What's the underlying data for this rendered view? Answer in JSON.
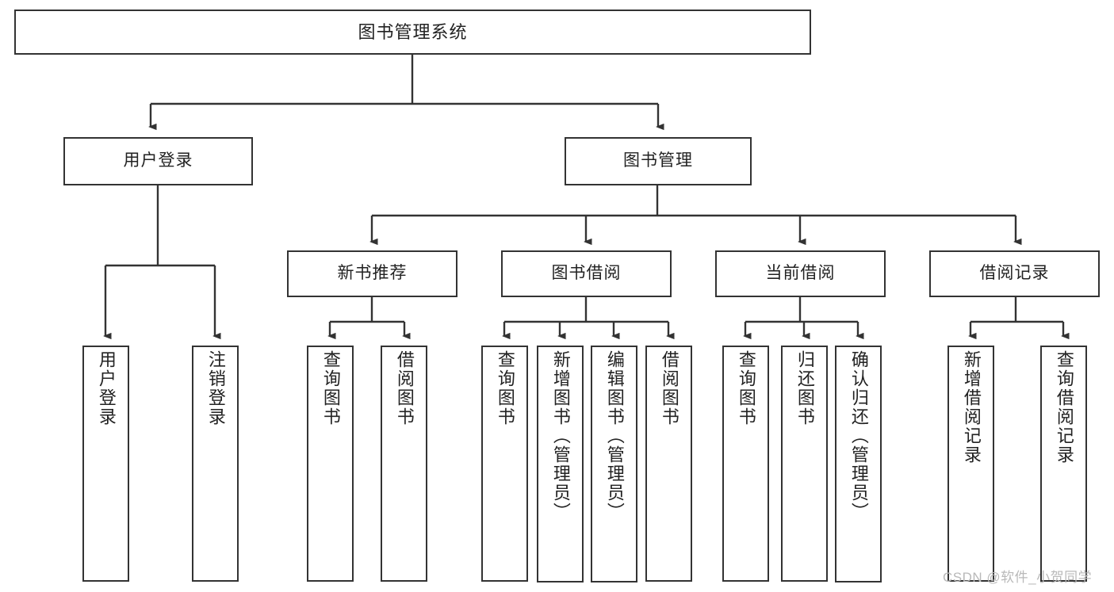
{
  "diagram": {
    "title": "图书管理系统",
    "type": "hierarchy-tree",
    "root": {
      "label": "图书管理系统"
    },
    "level1": [
      {
        "label": "用户登录"
      },
      {
        "label": "图书管理"
      }
    ],
    "level2": [
      {
        "label": "新书推荐"
      },
      {
        "label": "图书借阅"
      },
      {
        "label": "当前借阅"
      },
      {
        "label": "借阅记录"
      }
    ],
    "leaves": {
      "user_login": [
        {
          "label": "用户登录"
        },
        {
          "label": "注销登录"
        }
      ],
      "new_book_recommend": [
        {
          "label": "查询图书"
        },
        {
          "label": "借阅图书"
        }
      ],
      "book_borrow": [
        {
          "label": "查询图书"
        },
        {
          "label": "新增图书（管理员）"
        },
        {
          "label": "编辑图书（管理员）"
        },
        {
          "label": "借阅图书"
        }
      ],
      "current_borrow": [
        {
          "label": "查询图书"
        },
        {
          "label": "归还图书"
        },
        {
          "label": "确认归还（管理员）"
        }
      ],
      "borrow_records": [
        {
          "label": "新增借阅记录"
        },
        {
          "label": "查询借阅记录"
        }
      ]
    }
  },
  "watermark": {
    "text": "CSDN @软件_小贺同学"
  },
  "colors": {
    "border": "#333333",
    "background": "#ffffff",
    "text": "#222222",
    "watermark": "#b9b9b9"
  }
}
